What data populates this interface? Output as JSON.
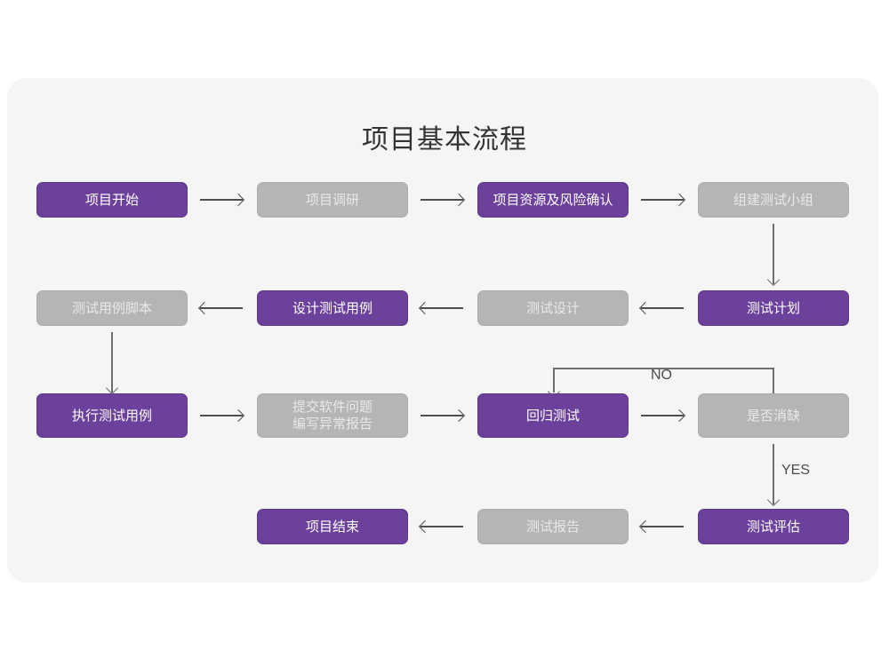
{
  "diagram": {
    "title": "项目基本流程",
    "colors": {
      "purple": "#6b419c",
      "gray": "#b5b5b5",
      "card_background": "#f5f5f5",
      "page_background": "#ffffff",
      "arrow": "#4d4d4d"
    },
    "nodes": [
      {
        "id": "n1",
        "label": "项目开始",
        "style": "purple",
        "row": 1,
        "col": 1
      },
      {
        "id": "n2",
        "label": "项目调研",
        "style": "gray",
        "row": 1,
        "col": 2
      },
      {
        "id": "n3",
        "label": "项目资源及风险确认",
        "style": "purple",
        "row": 1,
        "col": 3
      },
      {
        "id": "n4",
        "label": "组建测试小组",
        "style": "gray",
        "row": 1,
        "col": 4
      },
      {
        "id": "n5",
        "label": "测试用例脚本",
        "style": "gray",
        "row": 2,
        "col": 1
      },
      {
        "id": "n6",
        "label": "设计测试用例",
        "style": "purple",
        "row": 2,
        "col": 2
      },
      {
        "id": "n7",
        "label": "测试设计",
        "style": "gray",
        "row": 2,
        "col": 3
      },
      {
        "id": "n8",
        "label": "测试计划",
        "style": "purple",
        "row": 2,
        "col": 4
      },
      {
        "id": "n9",
        "label": "执行测试用例",
        "style": "purple",
        "row": 3,
        "col": 1
      },
      {
        "id": "n10",
        "label": "提交软件问题\n编写异常报告",
        "style": "gray",
        "row": 3,
        "col": 2
      },
      {
        "id": "n11",
        "label": "回归测试",
        "style": "purple",
        "row": 3,
        "col": 3
      },
      {
        "id": "n12",
        "label": "是否消缺",
        "style": "gray",
        "row": 3,
        "col": 4
      },
      {
        "id": "n13",
        "label": "项目结束",
        "style": "purple",
        "row": 4,
        "col": 2
      },
      {
        "id": "n14",
        "label": "测试报告",
        "style": "gray",
        "row": 4,
        "col": 3
      },
      {
        "id": "n15",
        "label": "测试评估",
        "style": "purple",
        "row": 4,
        "col": 4
      }
    ],
    "edges": [
      {
        "from": "n1",
        "to": "n2",
        "direction": "right",
        "label": ""
      },
      {
        "from": "n2",
        "to": "n3",
        "direction": "right",
        "label": ""
      },
      {
        "from": "n3",
        "to": "n4",
        "direction": "right",
        "label": ""
      },
      {
        "from": "n4",
        "to": "n8",
        "direction": "down",
        "label": ""
      },
      {
        "from": "n8",
        "to": "n7",
        "direction": "left",
        "label": ""
      },
      {
        "from": "n7",
        "to": "n6",
        "direction": "left",
        "label": ""
      },
      {
        "from": "n6",
        "to": "n5",
        "direction": "left",
        "label": ""
      },
      {
        "from": "n5",
        "to": "n9",
        "direction": "down",
        "label": ""
      },
      {
        "from": "n9",
        "to": "n10",
        "direction": "right",
        "label": ""
      },
      {
        "from": "n10",
        "to": "n11",
        "direction": "right",
        "label": ""
      },
      {
        "from": "n11",
        "to": "n12",
        "direction": "right",
        "label": ""
      },
      {
        "from": "n12",
        "to": "n11",
        "direction": "loop-up-left",
        "label": "NO"
      },
      {
        "from": "n12",
        "to": "n15",
        "direction": "down",
        "label": "YES"
      },
      {
        "from": "n15",
        "to": "n14",
        "direction": "left",
        "label": ""
      },
      {
        "from": "n14",
        "to": "n13",
        "direction": "left",
        "label": ""
      }
    ],
    "edge_labels": {
      "no": "NO",
      "yes": "YES"
    }
  }
}
